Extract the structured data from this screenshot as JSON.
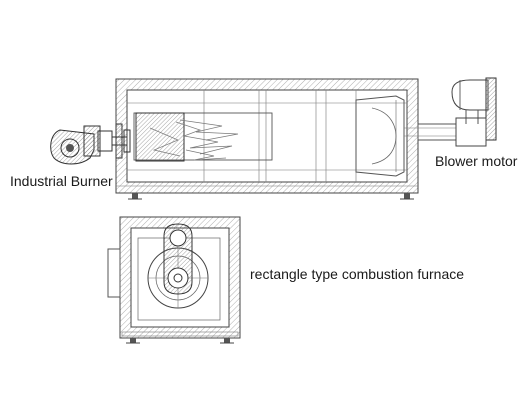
{
  "labels": {
    "burner": "Industrial Burner",
    "blower": "Blower motor",
    "furnace": "rectangle type combustion furnace"
  },
  "colors": {
    "line": "#444444",
    "hatch": "#9a9a9a",
    "flame": "#7a7a7a"
  }
}
